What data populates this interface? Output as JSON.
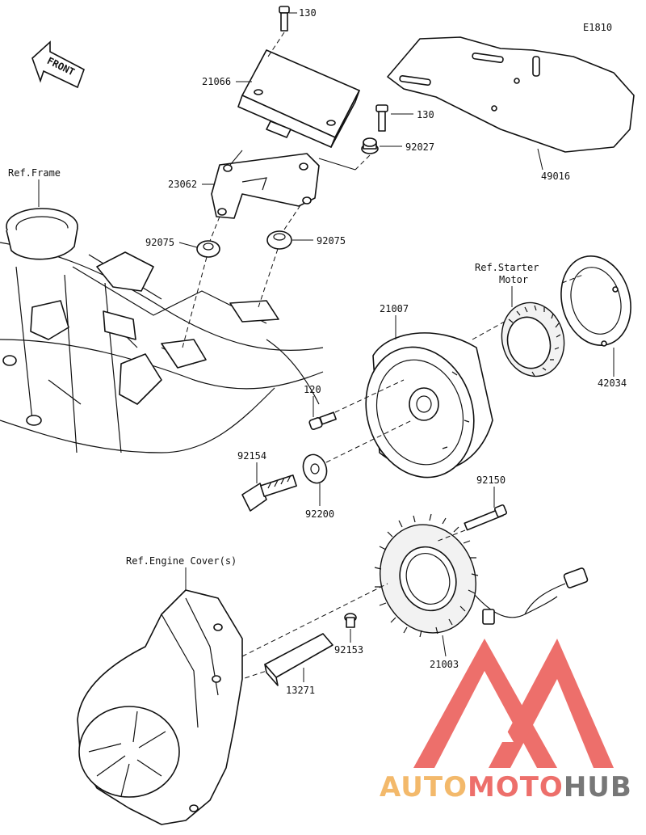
{
  "diagram": {
    "code": "E1810",
    "front_label": "FRONT",
    "refs": {
      "frame": "Ref.Frame",
      "starter_1": "Ref.Starter",
      "starter_2": "Motor",
      "engine_cover": "Ref.Engine Cover(s)"
    },
    "parts": {
      "p130a": "130",
      "p21066": "21066",
      "p130b": "130",
      "p92027": "92027",
      "p23062": "23062",
      "p49016": "49016",
      "p92075a": "92075",
      "p92075b": "92075",
      "p21007": "21007",
      "p42034": "42034",
      "p120": "120",
      "p92154": "92154",
      "p92200": "92200",
      "p92150": "92150",
      "p92153": "92153",
      "p21003": "21003",
      "p13271": "13271"
    }
  },
  "watermark": {
    "word_1": "AUTO",
    "word_2": "MOTO",
    "word_3": "HUB",
    "colors": {
      "red": "#e8403a",
      "orange": "#f0a23a",
      "grey": "#4a4a4a"
    }
  }
}
